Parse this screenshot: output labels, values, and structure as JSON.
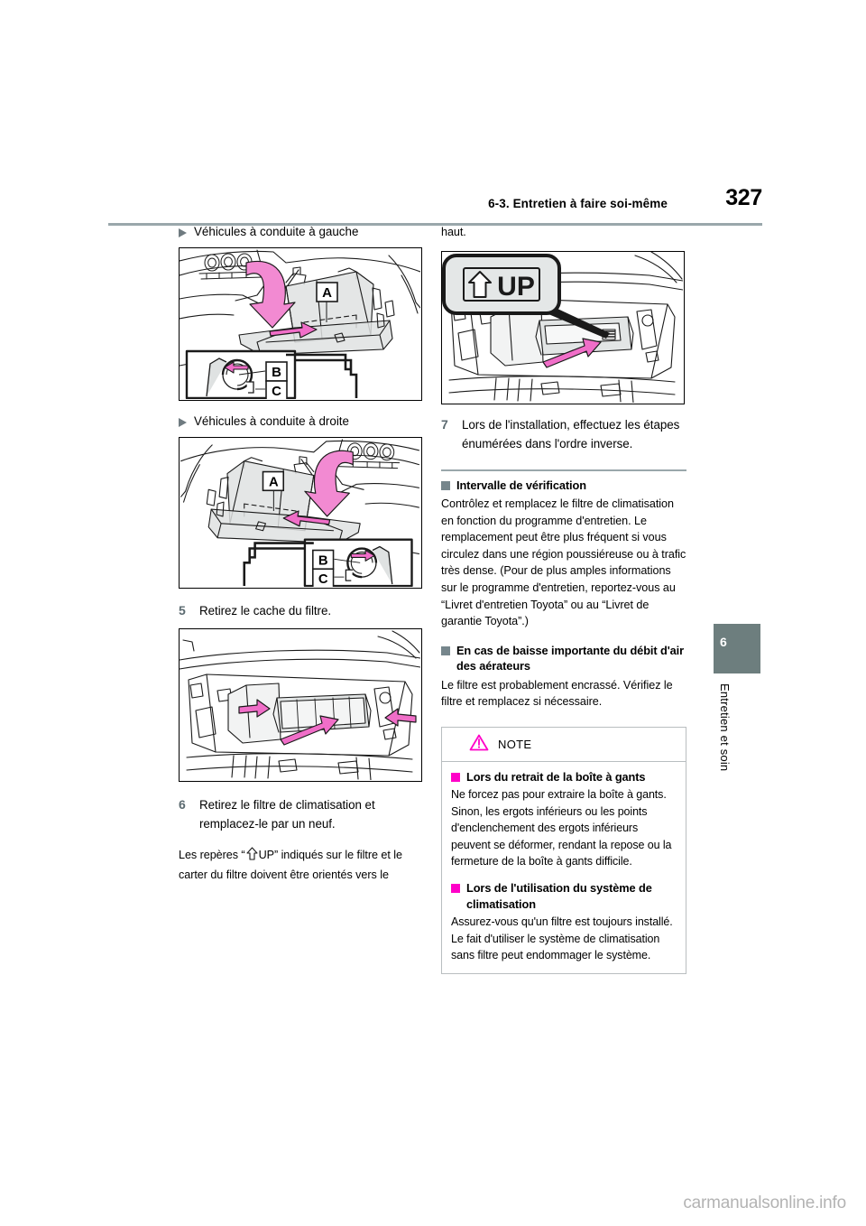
{
  "header": {
    "section_title": "6-3. Entretien à faire soi-même",
    "page_number": "327"
  },
  "left_column": {
    "subhead_lhd": "Véhicules à conduite à gauche",
    "subhead_rhd": "Véhicules à conduite à droite",
    "figure_lhd": {
      "name": "glovebox-left-hand-drive",
      "callouts": [
        "A",
        "B",
        "C"
      ]
    },
    "figure_rhd": {
      "name": "glovebox-right-hand-drive",
      "callouts": [
        "A",
        "B",
        "C"
      ]
    },
    "step5": {
      "number": "5",
      "text": "Retirez le cache du filtre."
    },
    "figure_filter_cover": {
      "name": "filter-cover-removal"
    },
    "step6": {
      "number": "6",
      "text": "Retirez le filtre de climatisation et remplacez-le par un neuf."
    },
    "note_up_before": "Les repères “",
    "note_up_label": "UP”",
    "note_up_after": "indiqués sur le filtre et le carter du filtre doivent être orientés vers le"
  },
  "right_column": {
    "continuation": "haut.",
    "figure_up_mark": {
      "name": "up-mark-callout",
      "callout_label": "UP"
    },
    "step7": {
      "number": "7",
      "text": "Lors de l'installation, effectuez les étapes énumérées dans l'ordre inverse."
    },
    "section_interval": {
      "heading": "Intervalle de vérification",
      "body": "Contrôlez et remplacez le filtre de climatisation en fonction du programme d'entretien. Le remplacement peut être plus fréquent si vous circulez dans une région poussiéreuse ou à trafic très dense. (Pour de plus amples informations sur le programme d'entretien, reportez-vous au “Livret d'entretien Toyota” ou au “Livret de garantie Toyota”.)"
    },
    "section_airflow": {
      "heading": "En cas de baisse importante du débit d'air des aérateurs",
      "body": "Le filtre est probablement encrassé. Vérifiez le filtre et remplacez si nécessaire."
    },
    "note_box": {
      "title": "NOTE",
      "blocks": [
        {
          "heading": "Lors du retrait de la boîte à gants",
          "body": "Ne forcez pas pour extraire la boîte à gants. Sinon, les ergots inférieurs ou les points d'enclenchement des ergots inférieurs peuvent se déformer, rendant la repose ou la fermeture de la boîte à gants difficile."
        },
        {
          "heading": "Lors de l'utilisation du système de climatisation",
          "body": "Assurez-vous qu'un filtre est toujours installé.\nLe fait d'utiliser le système de climatisation sans filtre peut endommager le système."
        }
      ]
    }
  },
  "side_tab": {
    "chapter_number": "6",
    "chapter_label": "Entretien et soin"
  },
  "watermark": "carmanualsonline.info",
  "colors": {
    "rule": "#9aa7ab",
    "tab_bg": "#6d7e7e",
    "magenta": "#ff00c8",
    "arrow_pink": "#f06ec8",
    "panel_gray": "#d7dada"
  }
}
